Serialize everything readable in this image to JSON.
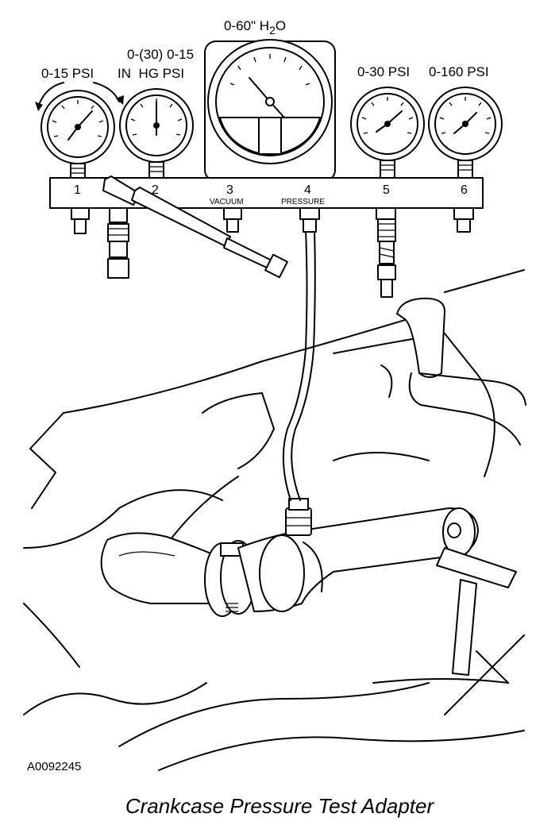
{
  "gauges": [
    {
      "id": "g1",
      "label": "0-15 PSI"
    },
    {
      "id": "g2",
      "label_top": "0-(30) 0-15",
      "label_bottom": "IN  HG PSI"
    },
    {
      "id": "g3",
      "label": "0-60\" H",
      "label_sub": "2",
      "label_end": "O"
    },
    {
      "id": "g5",
      "label": "0-30 PSI"
    },
    {
      "id": "g6",
      "label": "0-160 PSI"
    }
  ],
  "manifold": {
    "ports": [
      "1",
      "2",
      "3",
      "4",
      "5",
      "6"
    ],
    "port3_label": "VACUUM",
    "port4_label": "PRESSURE"
  },
  "figure_code": "A0092245",
  "caption": "Crankcase Pressure Test Adapter"
}
